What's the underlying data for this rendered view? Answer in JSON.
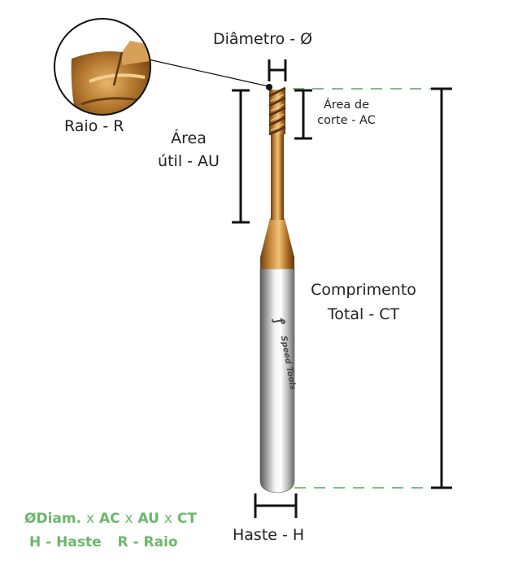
{
  "labels": {
    "diametro": "Diâmetro - Ø",
    "raio": "Raio - R",
    "area_util_line1": "Área",
    "area_util_line2": "útil - AU",
    "area_corte_line1": "Área de",
    "area_corte_line2": "corte - AC",
    "comprimento_line1": "Comprimento",
    "comprimento_line2": "Total - CT",
    "haste": "Haste - H"
  },
  "brand": {
    "logo_text": "Speed Tools"
  },
  "legend": {
    "line1": {
      "diam": "ØDiam.",
      "sep1": "x",
      "ac": "AC",
      "sep2": "x",
      "au": "AU",
      "sep3": "x",
      "ct": "CT"
    },
    "line2": {
      "haste": "H - Haste",
      "raio": "R - Raio"
    }
  },
  "colors": {
    "dimension_line": "#111111",
    "dashed_guide": "#7fbf7f",
    "legend_text": "#6ab86a",
    "coating": "#b87a2e",
    "shank": "#c8c8c8"
  }
}
